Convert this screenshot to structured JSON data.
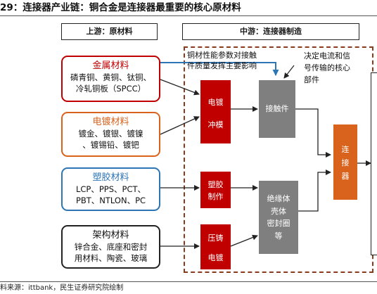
{
  "figure": {
    "title": "29：连接器产业链：铜合金是连接器最重要的核心原材料",
    "source": "料来源：ittbank，民生证券研究院绘制"
  },
  "headers": {
    "upstream": "上游：原材料",
    "midstream": "中游：连接器制造"
  },
  "materials": [
    {
      "title": "金属材料",
      "lines": [
        "磷青铜、黄铜、钛铜、",
        "冷轧铜板（SPCC）"
      ],
      "color": "#c00000"
    },
    {
      "title": "电镀材料",
      "lines": [
        "镀金、镀银、镀镍",
        "、镀锡铅、镀钯"
      ],
      "color": "#d9621c"
    },
    {
      "title": "塑胶材料",
      "lines": [
        "LCP、PPS、PCT、",
        "PBT、NTLON、PC"
      ],
      "color": "#2e75b6"
    },
    {
      "title": "架构材料",
      "lines": [
        "锌合金、底座和密封",
        "用材料、陶瓷、玻璃"
      ],
      "color": "#222222"
    }
  ],
  "process": {
    "plating_stamping": [
      "电镀",
      "冲模"
    ],
    "molding": [
      "塑胶",
      "制作"
    ],
    "diecast": [
      "压铸",
      "电镀"
    ],
    "contact": "接触件",
    "insulator": [
      "绝缘体",
      "壳体",
      "密封圈",
      "等"
    ],
    "connector": [
      "连",
      "接",
      "器"
    ]
  },
  "notes": {
    "copper_note": [
      "铜材性能参数对接触",
      "件质量发挥主要影响"
    ],
    "decision_note": [
      "决定电流和信",
      "号传输的核心",
      "部件"
    ]
  },
  "colors": {
    "red": "#c00000",
    "gray": "#7f7f7f",
    "orange": "#d9621c",
    "blue": "#2e75b6",
    "dashed_border": "#8a3b1e"
  }
}
